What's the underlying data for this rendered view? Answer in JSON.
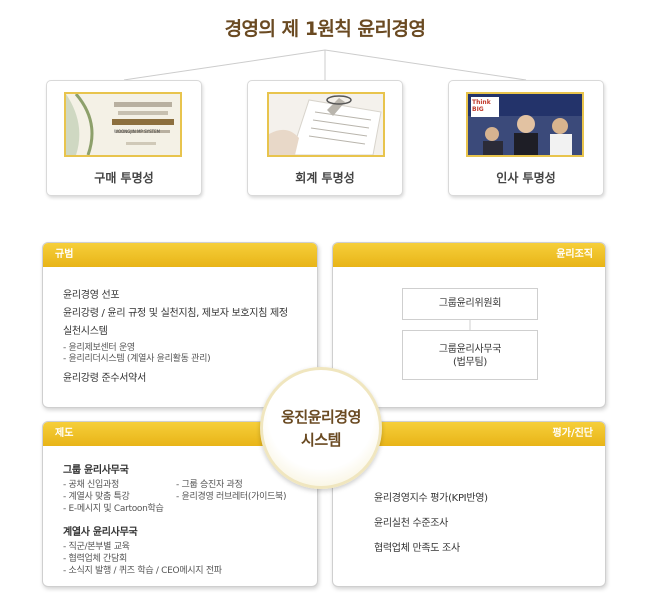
{
  "title": "경영의 제 1원칙 윤리경영",
  "principles": [
    {
      "label": "구매 투명성",
      "photo_caption": "WOONGJIN MP SYSTEM"
    },
    {
      "label": "회계 투명성"
    },
    {
      "label": "인사 투명성",
      "photo_caption": "Think BIG"
    }
  ],
  "center": {
    "line1": "웅진윤리경영",
    "line2": "시스템"
  },
  "panels": {
    "regulation": {
      "title": "규범",
      "items": [
        "윤리경영 선포",
        "윤리강령 / 윤리 규정 및 실천지침, 제보자 보호지침 제정",
        "실천시스템"
      ],
      "sub_items": [
        "- 윤리제보센터 운영",
        "- 윤리리더시스템 (계열사 윤리활동 관리)"
      ],
      "last_item": "윤리강령 준수서약서"
    },
    "organization": {
      "title": "윤리조직",
      "committee": "그룹윤리위원회",
      "office_line1": "그룹윤리사무국",
      "office_line2": "(법무팀)"
    },
    "system": {
      "title": "제도",
      "group_head": "그룹 윤리사무국",
      "group_left": [
        "- 공채 신입과정",
        "- 계열사 맞춤 특강",
        "- E-메시지 및 Cartoon학습"
      ],
      "group_right": [
        "- 그룹 승진자 과정",
        "- 윤리경영 러브레터(가이드북)"
      ],
      "affiliate_head": "계열사 윤리사무국",
      "affiliate_items": [
        "- 직군/본부별 교육",
        "- 협력업체 간담회",
        "- 소식지 발행 / 퀴즈 학습 /  CEO메시지 전파"
      ]
    },
    "evaluation": {
      "title": "평가/진단",
      "items": [
        "윤리경영지수 평가(KPI반영)",
        "윤리실천 수준조사",
        "협력업체 만족도 조사"
      ]
    }
  },
  "colors": {
    "accent": "#f0c22c",
    "title": "#6a4a22"
  }
}
